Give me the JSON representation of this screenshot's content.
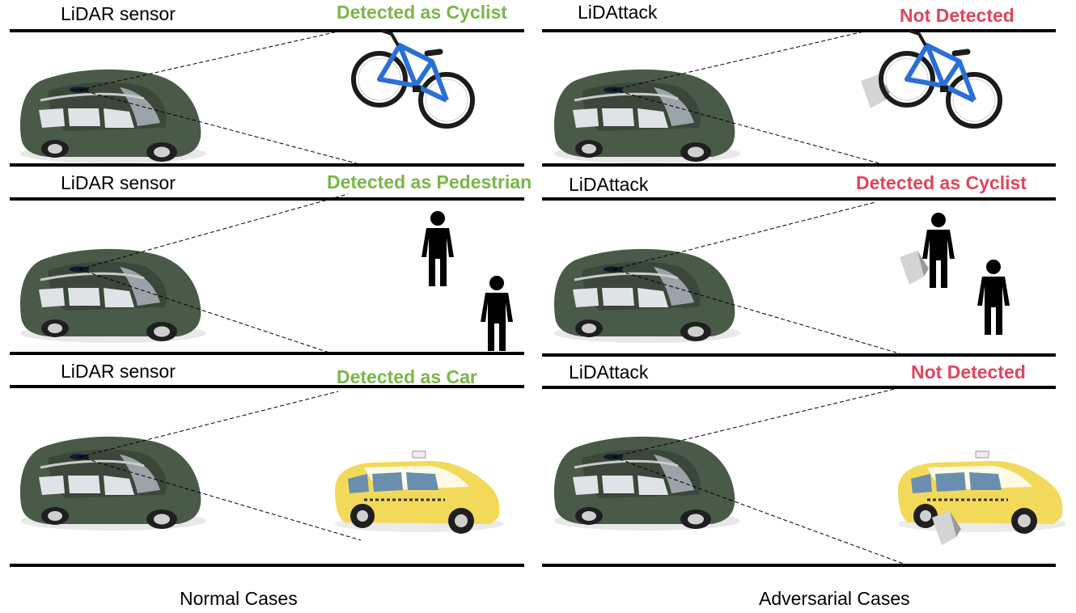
{
  "colors": {
    "detected": "#7ab648",
    "attack": "#e0455b",
    "road_line": "#000000",
    "sensor_car_body": "#4a5a48",
    "sensor_car_roof": "#3f4c3e",
    "taxi_body": "#f3d95a",
    "bike_frame": "#2a6fd6",
    "obstacle": "#bfbfbf"
  },
  "panels": {
    "normal": {
      "caption": "Normal Cases",
      "rows": [
        {
          "label": "LiDAR sensor",
          "status": "Detected as Cyclist",
          "target": "bicycle"
        },
        {
          "label": "LiDAR sensor",
          "status": "Detected as Pedestrian",
          "target": "pedestrians"
        },
        {
          "label": "LiDAR sensor",
          "status": "Detected as Car",
          "target": "taxi"
        }
      ]
    },
    "adversarial": {
      "caption": "Adversarial Cases",
      "rows": [
        {
          "label": "LiDAttack",
          "status": "Not Detected",
          "target": "bicycle"
        },
        {
          "label": "LiDAttack",
          "status": "Detected as Cyclist",
          "target": "pedestrians"
        },
        {
          "label": "LiDAttack",
          "status": "Not Detected",
          "target": "taxi"
        }
      ]
    }
  }
}
